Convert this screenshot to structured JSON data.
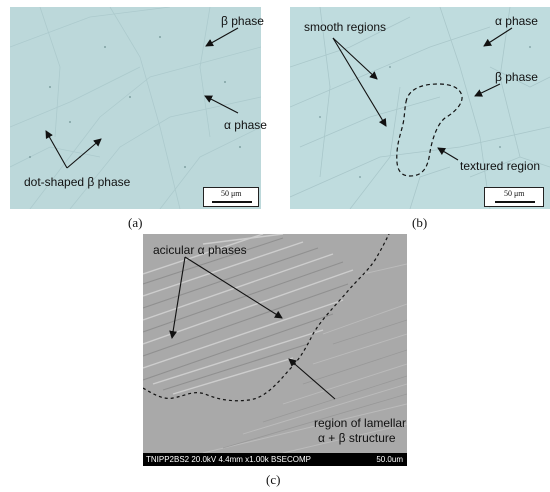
{
  "panel_a": {
    "labels": {
      "beta_phase": "β phase",
      "alpha_phase": "α phase",
      "dot_shaped": "dot-shaped β phase"
    },
    "scale_bar": "50 μm",
    "caption": "(a)"
  },
  "panel_b": {
    "labels": {
      "smooth_regions": "smooth regions",
      "alpha_phase": "α phase",
      "beta_phase": "β phase",
      "textured_region": "textured region"
    },
    "scale_bar": "50 μm",
    "caption": "(b)"
  },
  "panel_c": {
    "labels": {
      "acicular": "acicular α phases",
      "region_line1": "region of lamellar",
      "region_line2": "α + β structure"
    },
    "sem_info": "TNIPP2BS2  20.0kV 4.4mm x1.00k BSECOMP",
    "sem_scale": "50.0um",
    "caption": "(c)"
  },
  "colors": {
    "optical_bg": "#bcd8da",
    "sem_bg": "#a9a9a9"
  }
}
